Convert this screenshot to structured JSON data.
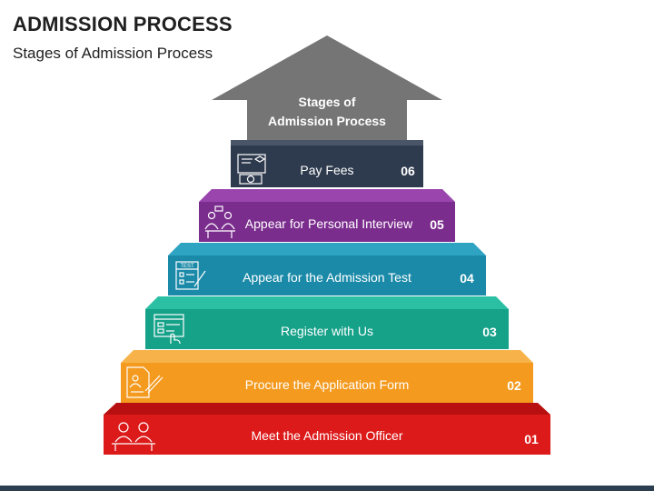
{
  "header": {
    "title": "ADMISSION PROCESS",
    "subtitle": "Stages of Admission Process"
  },
  "arrow": {
    "line1": "Stages of",
    "line2": "Admission Process",
    "color": "#757575"
  },
  "steps": [
    {
      "label": "Pay Fees",
      "number": "06",
      "color": "#2e3b4e",
      "icon": "fees-certificate-icon"
    },
    {
      "label": "Appear for Personal Interview",
      "number": "05",
      "color": "#7b2d8e",
      "icon": "interview-icon"
    },
    {
      "label": "Appear for the Admission Test",
      "number": "04",
      "color": "#1a8aa8",
      "icon": "test-icon"
    },
    {
      "label": "Register with Us",
      "number": "03",
      "color": "#16a189",
      "icon": "register-form-icon"
    },
    {
      "label": "Procure the Application Form",
      "number": "02",
      "color": "#f39a1f",
      "icon": "application-form-icon"
    },
    {
      "label": "Meet the Admission Officer",
      "number": "01",
      "color": "#dd1a1a",
      "icon": "admission-officer-icon"
    }
  ]
}
